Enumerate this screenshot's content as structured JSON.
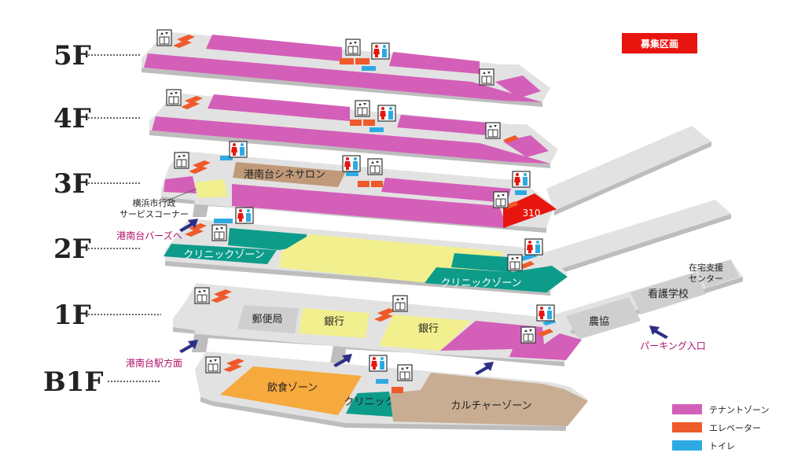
{
  "floors": {
    "f5": "5F",
    "f4": "4F",
    "f3": "3F",
    "f2": "2F",
    "f1": "1F",
    "b1": "B1F"
  },
  "badge": "募集区画",
  "zones": {
    "cine": "港南台シネサロン",
    "gov": "横浜市行政",
    "gov2": "サービスコーナー",
    "unit310": "310",
    "clinic_2a": "クリニックゾーン",
    "clinic_2b": "クリニックゾーン",
    "post": "郵便局",
    "bank1": "銀行",
    "bank2": "銀行",
    "nokyo": "農協",
    "nursing": "看護学校",
    "support1": "在宅支援",
    "support2": "センター",
    "food": "飲食ゾーン",
    "clinic_b1": "クリニック",
    "culture": "カルチャーゾーン"
  },
  "access": {
    "bars": "港南台バーズへ",
    "station": "港南台駅方面",
    "parking": "パーキング入口"
  },
  "legend": {
    "tenant": "テナントゾーン",
    "elevator": "エレベーター",
    "toilet": "トイレ"
  },
  "colors": {
    "tenant": "#d45fb8",
    "elevator": "#ee5a2a",
    "toilet": "#2eaae3",
    "clinic": "#0d9c8a",
    "bank": "#f2ef8e",
    "cine": "#c09a78",
    "food": "#f6a93d",
    "culture": "#c8ad93",
    "vacant": "#e8150f",
    "floor": "#e6e6e6",
    "arrow": "#2d2f86"
  }
}
